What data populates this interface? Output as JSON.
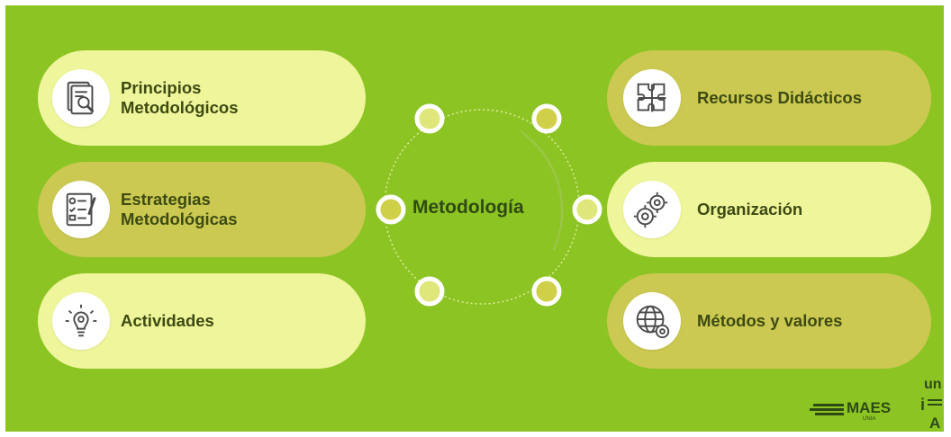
{
  "center": {
    "title": "Metodología"
  },
  "left_items": [
    {
      "label": "Principios\nMetodológicos",
      "icon": "document-search-icon"
    },
    {
      "label": "Estrategias\nMetodológicas",
      "icon": "strategy-list-icon"
    },
    {
      "label": "Actividades",
      "icon": "lightbulb-gear-icon"
    }
  ],
  "right_items": [
    {
      "label": "Recursos Didácticos",
      "icon": "puzzle-icon"
    },
    {
      "label": "Organización",
      "icon": "gears-icon"
    },
    {
      "label": "Métodos y valores",
      "icon": "globe-gear-icon"
    }
  ],
  "footer": {
    "brand": "MAES",
    "brand_sub": "UNIA"
  },
  "colors": {
    "background": "#8cc424",
    "pill_light": "#eff59a",
    "pill_dark": "#cbc952",
    "text": "#3d4a12"
  }
}
